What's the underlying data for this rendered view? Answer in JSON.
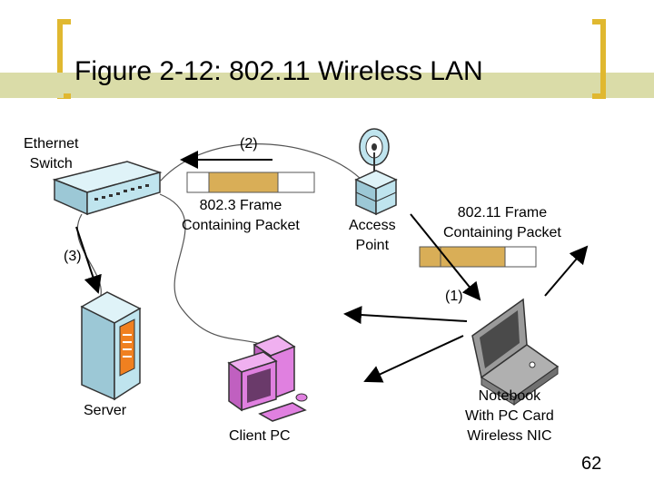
{
  "slide": {
    "title": "Figure 2-12: 802.11 Wireless LAN",
    "page_number": "62"
  },
  "labels": {
    "ethernet_switch": [
      "Ethernet",
      "Switch"
    ],
    "step_2": "(2)",
    "step_3": "(3)",
    "step_1": "(1)",
    "frame_8023": [
      "802.3 Frame",
      "Containing Packet"
    ],
    "access_point": [
      "Access",
      "Point"
    ],
    "frame_80211": [
      "802.11 Frame",
      "Containing Packet"
    ],
    "server": "Server",
    "client_pc": "Client PC",
    "notebook": [
      "Notebook",
      "With PC Card",
      "Wireless NIC"
    ]
  },
  "colors": {
    "bracket_gold": "#E0B830",
    "title_bar": "#DADCA8",
    "packet_fill": "#D9AE57",
    "switch_body": "#BFE4EE",
    "server_body": "#BFE4EE",
    "server_accent": "#F08020",
    "pc_body": "#E080E0",
    "notebook_body": "#808080"
  },
  "icons": [
    "ethernet-switch-icon",
    "access-point-icon",
    "server-icon",
    "client-pc-icon",
    "notebook-icon"
  ]
}
